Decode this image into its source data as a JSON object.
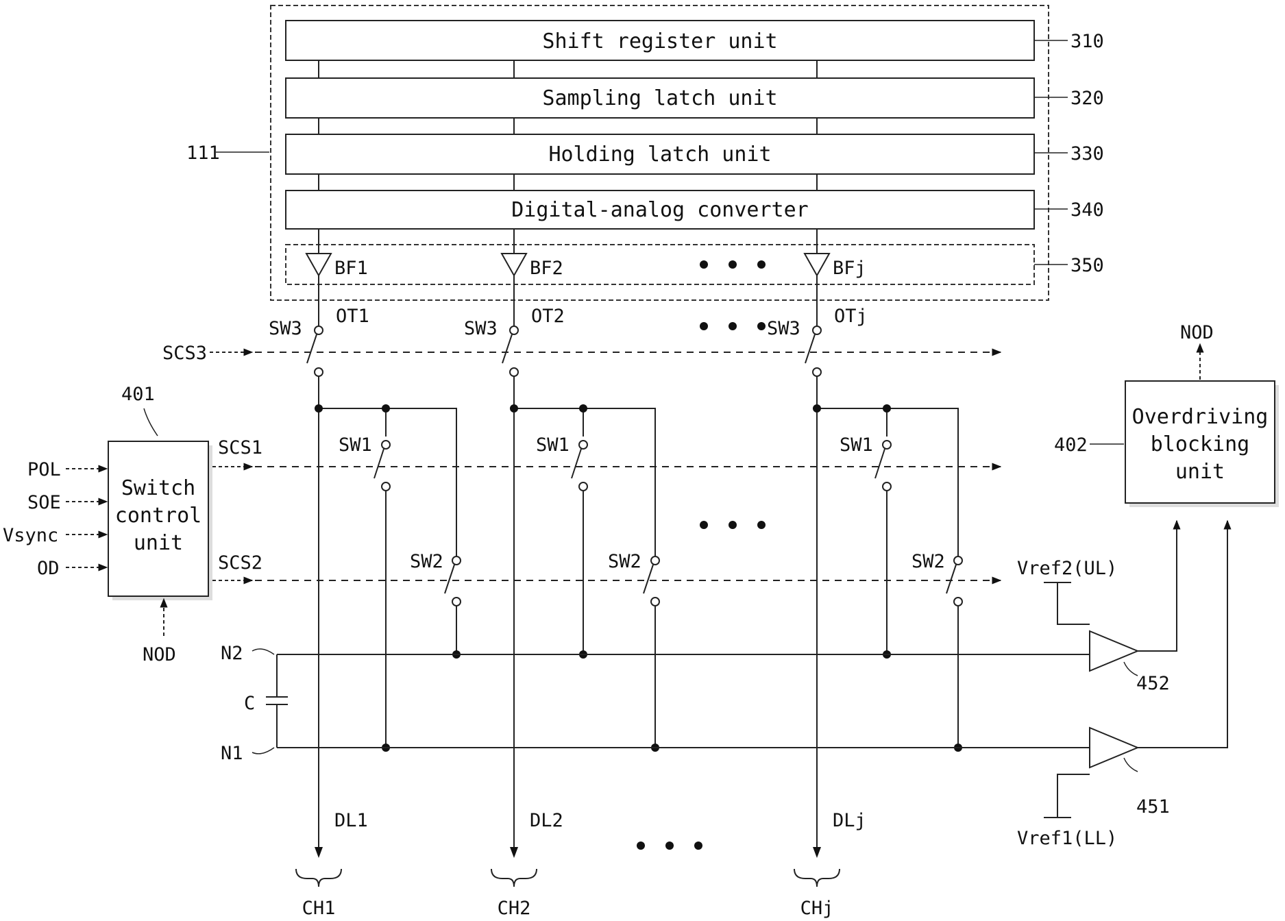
{
  "chip": {
    "ref": "111",
    "blocks": [
      {
        "label": "Shift register unit",
        "ref": "310"
      },
      {
        "label": "Sampling latch unit",
        "ref": "320"
      },
      {
        "label": "Holding latch unit",
        "ref": "330"
      },
      {
        "label": "Digital-analog converter",
        "ref": "340"
      }
    ],
    "buffer_ref": "350",
    "buffers": [
      "BF1",
      "BF2",
      "BFj"
    ],
    "outputs": [
      "OT1",
      "OT2",
      "OTj"
    ]
  },
  "switch_labels": {
    "sw1": "SW1",
    "sw2": "SW2",
    "sw3": "SW3"
  },
  "control": {
    "ref": "401",
    "title_lines": [
      "Switch",
      "control",
      "unit"
    ],
    "inputs": [
      "POL",
      "SOE",
      "Vsync",
      "OD"
    ],
    "feedback": "NOD",
    "signals": [
      "SCS1",
      "SCS2",
      "SCS3"
    ]
  },
  "overdriving": {
    "ref": "402",
    "title_lines": [
      "Overdriving",
      "blocking",
      "unit"
    ],
    "output": "NOD"
  },
  "nodes": {
    "n1": "N1",
    "n2": "N2",
    "cap": "C"
  },
  "comparators": [
    {
      "ref": "452",
      "vref": "Vref2(UL)"
    },
    {
      "ref": "451",
      "vref": "Vref1(LL)"
    }
  ],
  "data_lines": [
    "DL1",
    "DL2",
    "DLj"
  ],
  "channels": [
    "CH1",
    "CH2",
    "CHj"
  ]
}
